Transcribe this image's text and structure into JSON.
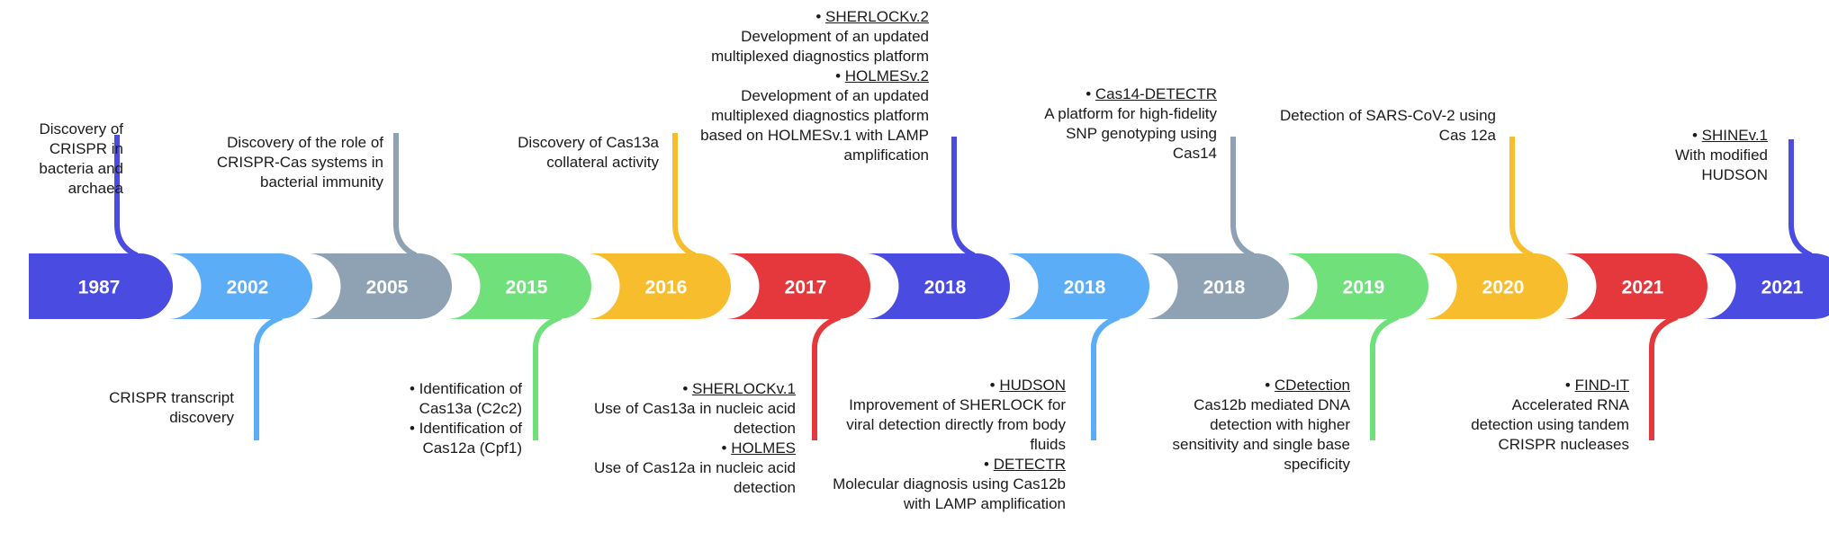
{
  "colors": {
    "indigo": "#4a4be0",
    "sky": "#5aadf6",
    "slate": "#8ea2b4",
    "green": "#6fe07a",
    "amber": "#f7bd2c",
    "red": "#e4383c"
  },
  "timeline": [
    {
      "year": "1987",
      "color": "#4a4be0"
    },
    {
      "year": "2002",
      "color": "#5aadf6"
    },
    {
      "year": "2005",
      "color": "#8ea2b4"
    },
    {
      "year": "2015",
      "color": "#6fe07a"
    },
    {
      "year": "2016",
      "color": "#f7bd2c"
    },
    {
      "year": "2017",
      "color": "#e4383c"
    },
    {
      "year": "2018",
      "color": "#4a4be0"
    },
    {
      "year": "2018",
      "color": "#5aadf6"
    },
    {
      "year": "2018",
      "color": "#8ea2b4"
    },
    {
      "year": "2019",
      "color": "#6fe07a"
    },
    {
      "year": "2020",
      "color": "#f7bd2c"
    },
    {
      "year": "2021",
      "color": "#e4383c"
    },
    {
      "year": "2021",
      "color": "#4a4be0"
    }
  ],
  "top": {
    "e1987": {
      "text": "Discovery of CRISPR in bacteria and archaea"
    },
    "e2005": {
      "text": "Discovery of the role of CRISPR-Cas systems in bacterial immunity"
    },
    "e2016": {
      "text": "Discovery of Cas13a collateral activity"
    },
    "e2018": {
      "name1": "SHERLOCKv.2",
      "desc1": "Development of an updated multiplexed diagnostics platform",
      "name2": "HOLMESv.2",
      "desc2": "Development of an updated multiplexed diagnostics platform based on HOLMESv.1 with LAMP amplification"
    },
    "e2018c": {
      "name": "Cas14-DETECTR",
      "desc": "A platform for high-fidelity SNP genotyping using Cas14"
    },
    "e2020": {
      "text": "Detection of SARS-CoV-2 using Cas 12a"
    },
    "e2021b": {
      "name": "SHINEv.1",
      "desc": "With modified HUDSON"
    }
  },
  "bottom": {
    "e2002": {
      "text": "CRISPR transcript discovery"
    },
    "e2015": {
      "item1": "Identification of Cas13a (C2c2)",
      "item2": "Identification of Cas12a (Cpf1)"
    },
    "e2017": {
      "name1": "SHERLOCKv.1",
      "desc1": "Use of Cas13a in nucleic acid detection",
      "name2": "HOLMES",
      "desc2": "Use of Cas12a in nucleic acid detection"
    },
    "e2018b": {
      "name1": "HUDSON",
      "desc1": "Improvement of SHERLOCK for viral detection directly from body fluids",
      "name2": "DETECTR",
      "desc2": "Molecular diagnosis using Cas12b with LAMP amplification"
    },
    "e2019": {
      "name": "CDetection",
      "desc": "Cas12b mediated DNA detection with higher sensitivity and single base specificity"
    },
    "e2021a": {
      "name": "FIND-IT",
      "desc": "Accelerated RNA detection using tandem CRISPR nucleases"
    }
  }
}
